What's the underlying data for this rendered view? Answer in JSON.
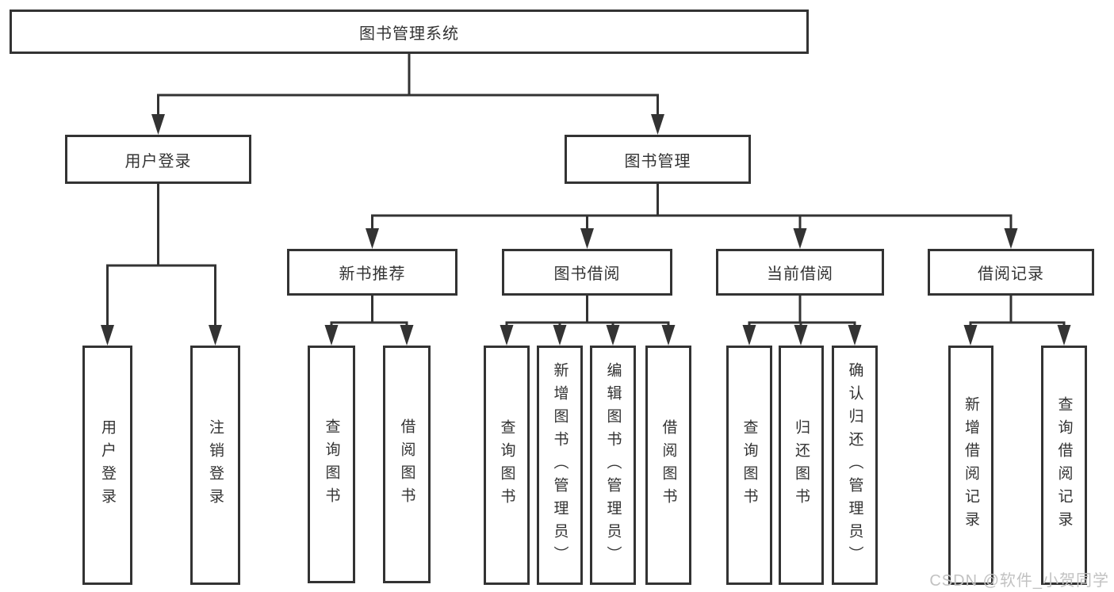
{
  "tree": {
    "label": "图书管理系统",
    "children": [
      {
        "label": "用户登录",
        "children": [
          {
            "label": "用户登录"
          },
          {
            "label": "注销登录"
          }
        ]
      },
      {
        "label": "图书管理",
        "children": [
          {
            "label": "新书推荐",
            "children": [
              {
                "label": "查询图书"
              },
              {
                "label": "借阅图书"
              }
            ]
          },
          {
            "label": "图书借阅",
            "children": [
              {
                "label": "查询图书"
              },
              {
                "label": "新增图书（管理员）"
              },
              {
                "label": "编辑图书（管理员）"
              },
              {
                "label": "借阅图书"
              }
            ]
          },
          {
            "label": "当前借阅",
            "children": [
              {
                "label": "查询图书"
              },
              {
                "label": "归还图书"
              },
              {
                "label": "确认归还（管理员）"
              }
            ]
          },
          {
            "label": "借阅记录",
            "children": [
              {
                "label": "新增借阅记录"
              },
              {
                "label": "查询借阅记录"
              }
            ]
          }
        ]
      }
    ]
  },
  "watermark": "CSDN @软件_小贺同学",
  "colors": {
    "line": "#333333",
    "text": "#333333",
    "background": "#ffffff",
    "watermark": "#c2c2c2"
  }
}
